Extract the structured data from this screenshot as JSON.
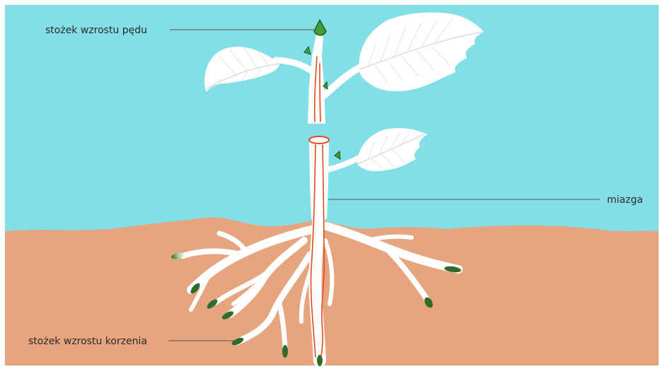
{
  "labels": {
    "shoot_tip": "stożek wzrostu pędu",
    "sap": "miazga",
    "root_tip": "stożek wzrostu korzenia"
  },
  "colors": {
    "sky": "#83dfe7",
    "soil": "#e6a57e",
    "plant": "#ffffff",
    "plant_shade": "#eeeeee",
    "sap_line": "#e34a1e",
    "meristem_green": "#3f9e3a",
    "meristem_dark": "#1f4d1c",
    "leader_line": "#555555"
  }
}
